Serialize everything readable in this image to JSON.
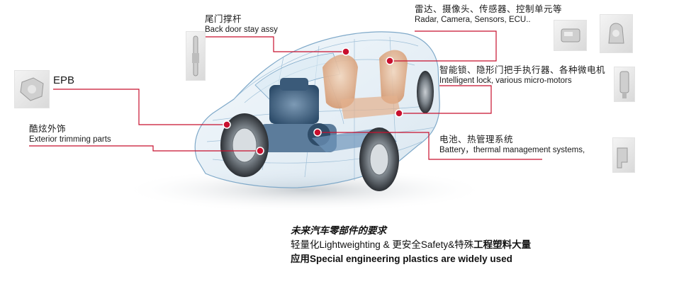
{
  "callouts": [
    {
      "id": "back-door",
      "cn": "尾门撑杆",
      "en": "Back door stay assy"
    },
    {
      "id": "radar",
      "cn": "雷达、摄像头、传感器、控制单元等",
      "en": "Radar, Camera,  Sensors,  ECU.."
    },
    {
      "id": "epb",
      "cn": "",
      "en": "EPB"
    },
    {
      "id": "lock",
      "cn": "智能锁、隐形门把手执行器、各种微电机",
      "en": "Intelligent lock, various micro-motors"
    },
    {
      "id": "exterior",
      "cn": "酷炫外饰",
      "en": "Exterior trimming parts"
    },
    {
      "id": "battery",
      "cn": "电池、热管理系统",
      "en": "Battery，thermal management systems,"
    }
  ],
  "caption": {
    "title": "未来汽车零部件的要求",
    "line2_a": "轻量化Lightweighting & 更安全Safety&特殊",
    "line2_b": "工程塑料大量",
    "line3": "应用Special engineering plastics are widely used"
  },
  "colors": {
    "accent": "#c8102e",
    "car_line": "#7fa9c9"
  },
  "icons": [
    "ecu-part-icon",
    "sensor-part-icon",
    "stay-strut-icon",
    "epb-module-icon",
    "micro-motor-icon",
    "actuator-icon"
  ]
}
